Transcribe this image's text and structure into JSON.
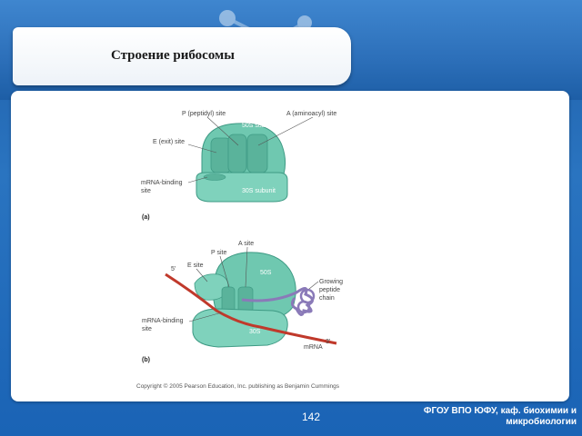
{
  "slide": {
    "title": "Строение рибосомы",
    "page_number": "142",
    "organization_line1": "ФГОУ ВПО ЮФУ, каф. биохимии и",
    "organization_line2": "микробиологии"
  },
  "figure_a": {
    "panel_label": "(a)",
    "p_site": "P (peptidyl) site",
    "a_site": "A (aminoacyl) site",
    "subunit_50s": "50S subunit",
    "e_site": "E (exit) site",
    "mrna_binding_line1": "mRNA-binding",
    "mrna_binding_line2": "site",
    "subunit_30s": "30S subunit"
  },
  "figure_b": {
    "panel_label": "(b)",
    "a_site": "A site",
    "p_site": "P site",
    "e_site": "E site",
    "five_prime": "5'",
    "three_prime": "3'",
    "label_50s": "50S",
    "label_30s": "30S",
    "growing_line1": "Growing",
    "growing_line2": "peptide",
    "growing_line3": "chain",
    "mrna_binding_line1": "mRNA-binding",
    "mrna_binding_line2": "site",
    "mrna": "mRNA"
  },
  "copyright": "Copyright © 2005 Pearson Education, Inc. publishing as Benjamin Cummings",
  "colors": {
    "background_blue": "#2a74c0",
    "ribosome_green": "#6fc8b0",
    "ribosome_dark": "#3e9a84",
    "mrna_red": "#c0392b",
    "peptide_purple": "#8a7ab8"
  }
}
